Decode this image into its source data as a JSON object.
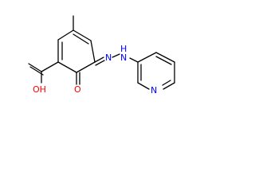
{
  "molecule": {
    "atoms": [
      {
        "id": "O1",
        "label": "O"
      },
      {
        "id": "OH",
        "label": "OH"
      },
      {
        "id": "N1",
        "label": "N"
      },
      {
        "id": "N2",
        "label": "N"
      },
      {
        "id": "NH",
        "label": "H"
      },
      {
        "id": "N3",
        "label": "N"
      }
    ]
  },
  "colors": {
    "bond": "#000000",
    "oxygen": "#ff0000",
    "nitrogen": "#0000ff",
    "carbon_text": "#000000"
  }
}
